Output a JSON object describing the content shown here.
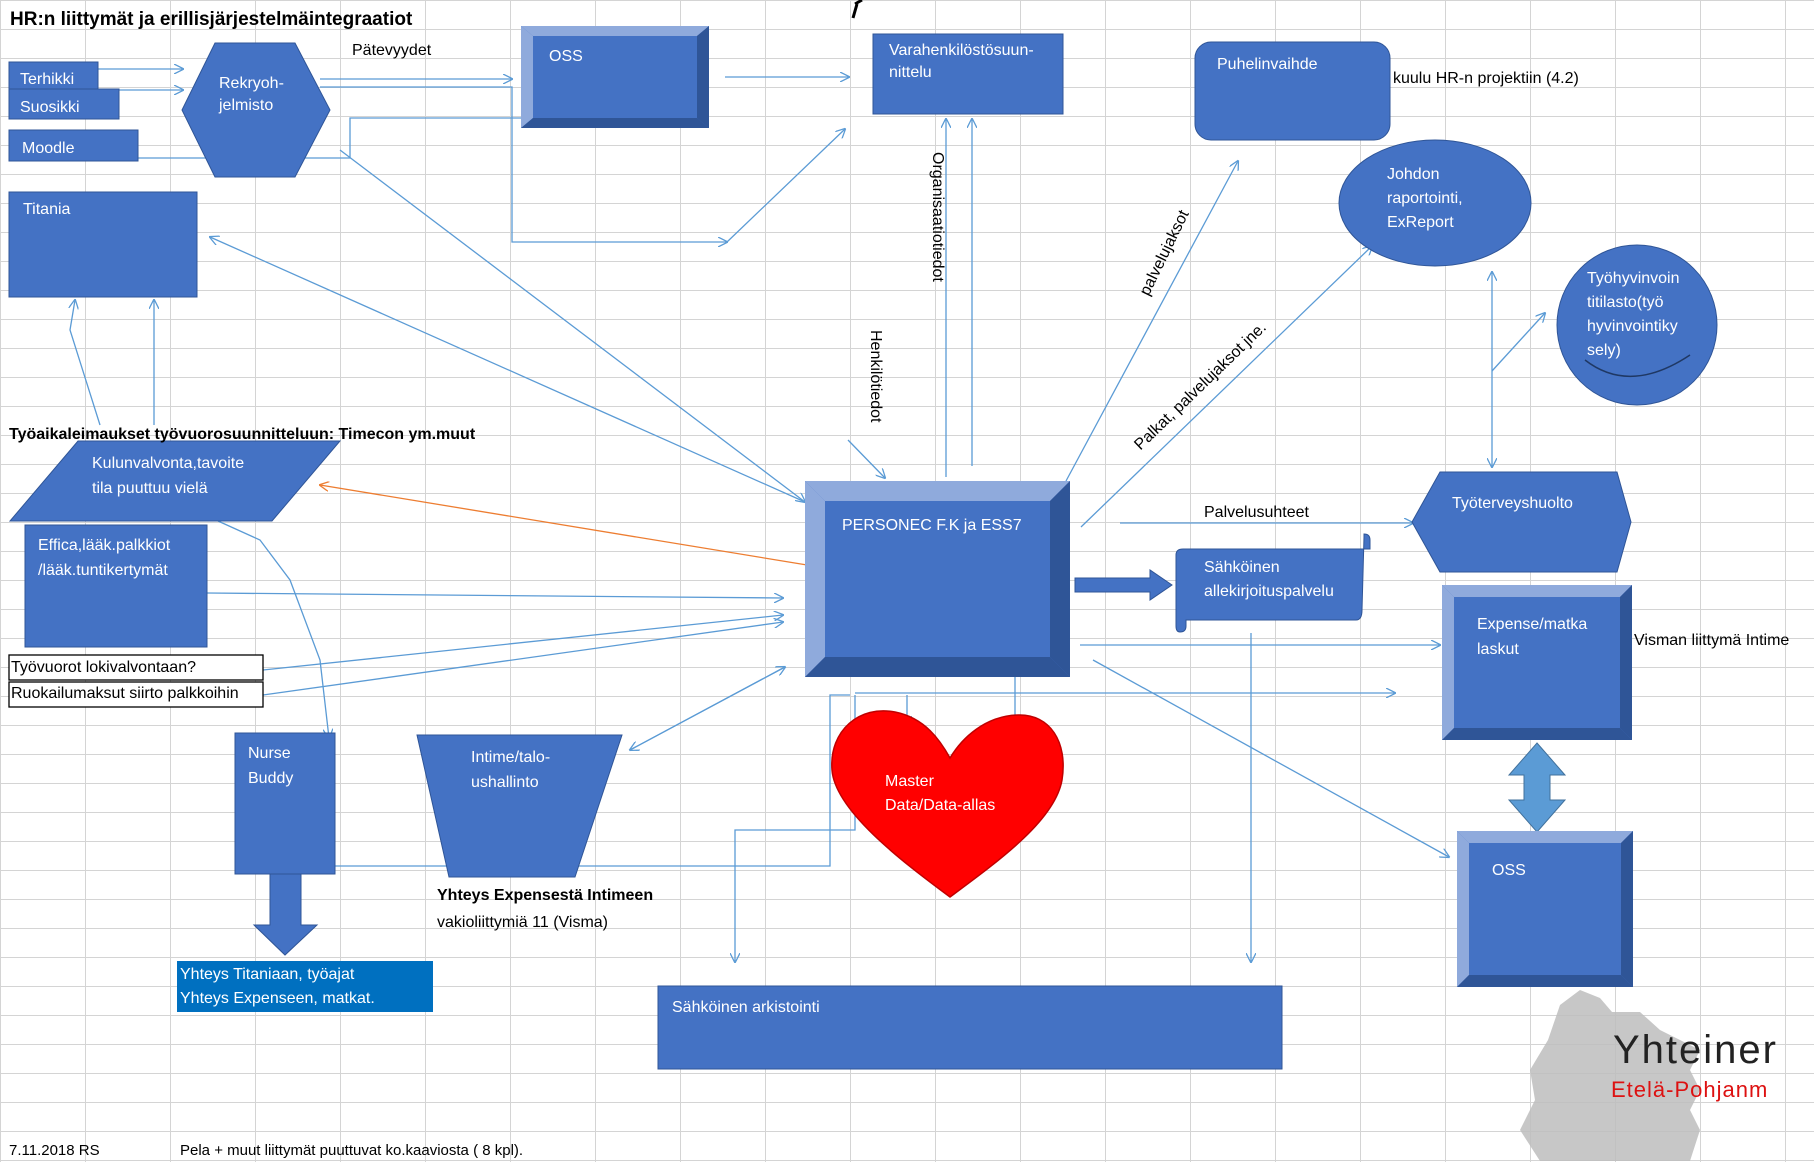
{
  "title": "HR:n liittymät ja erillisjärjestelmäintegraatiot",
  "footer": {
    "date": "7.11.2018 RS",
    "note": "Pela + muut liittymät puuttuvat ko.kaaviosta ( 8 kpl)."
  },
  "logo": {
    "line1": "Yhteiner",
    "line2": "Etelä-Pohjanm"
  },
  "nodes": {
    "terhikki": "Terhikki",
    "suosikki": "Suosikki",
    "moodle": "Moodle",
    "rekry": "Rekryoh-\njelmisto",
    "oss_top": "OSS",
    "varahenkilo": "Varahenkilöstösuun-\nnittelu",
    "puhelinvaihde": "Puhelinvaihde",
    "titania": "Titania",
    "johdon": "Johdon\nraportointi,\nExReport",
    "tyohyvinvointi": "Työhyvinvoin\ntitilasto(työ\nhyvinvointiky\nsely)",
    "kulunvalvonta": "Kulunvalvonta,tavoite\ntila puuttuu  vielä",
    "effica": "Effica,lääk.palkkiot\n/lääk.tuntikertymät",
    "personec": "PERSONEC F.K ja ESS7",
    "tyoterveys": "Työterveyshuolto",
    "sahkoinen_allek": "Sähköinen\nallekirjoituspalvelu",
    "expense": "Expense/matka\nlaskut",
    "nurse": "Nurse\nBuddy",
    "intime": "Intime/talo-\nushallinto",
    "master": "Master\nData/Data-allas",
    "oss_bottom": "OSS",
    "arkistointi": "Sähköinen  arkistointi"
  },
  "labels": {
    "patevyydet": "Pätevyydet",
    "kuuluu": "kuulu HR-n projektiin (4.2)",
    "organisaatiotiedot": "Organisaatiotiedot",
    "henkilotiedot": "Henkilötiedot",
    "palvelujaksot": "palvelujaksot",
    "palkat": "Palkat, palvelujaksot jne.",
    "tyoaika": "Työaikaleimaukset työvuorosuunnitteluun: Timecon ym.muut",
    "palvelusuhteet": "Palvelusuhteet",
    "visman": "Visman liittymä Intime",
    "tyovuorot": "Työvuorot lokivalvontaan?",
    "ruokailu": "Ruokailumaksut siirto palkkoihin",
    "yhteys_expense": "Yhteys Expensestä Intimeen",
    "vakio": "vakioliittymiä 11 (Visma)",
    "yhteys_titania": "Yhteys Titaniaan, työajat",
    "yhteys_expenseen": "Yhteys Expenseen, matkat."
  },
  "colors": {
    "box": "#4472C4",
    "box_light": "#8FAADC",
    "box_dark": "#2F5597",
    "line": "#5B9BD5",
    "orange": "#ED7D31",
    "heart": "#FF0000",
    "callout": "#0070C0"
  }
}
